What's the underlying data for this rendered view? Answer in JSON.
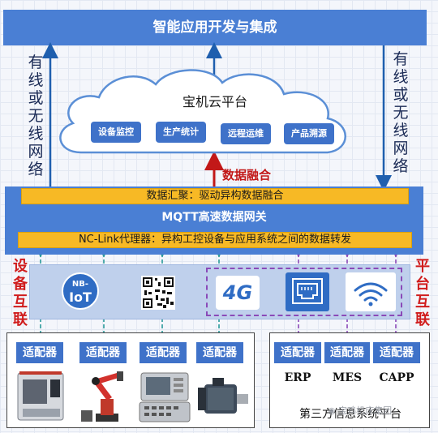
{
  "header": {
    "title": "智能应用开发与集成"
  },
  "left_network": "有线或无线网络",
  "right_network": "有线或无线网络",
  "cloud": {
    "title": "宝机云平台",
    "items": [
      "设备监控",
      "生产统计",
      "远程运维",
      "产品溯源"
    ]
  },
  "data_fusion": "数据融合",
  "bars": {
    "aggregation": "数据汇聚：驱动异构数据融合",
    "gateway": "MQTT高速数据网关",
    "nclink": "NC-Link代理器：异构工控设备与应用系统之间的数据转发"
  },
  "device_interconnect": "设备互联",
  "platform_interconnect": "平台互联",
  "connectivity": {
    "nbiot_top": "NB-",
    "nbiot_bottom": "IoT",
    "fourg": "4G"
  },
  "adapters": {
    "label": "适配器",
    "left": [
      "适配器",
      "适配器",
      "适配器",
      "适配器"
    ],
    "right": [
      "适配器",
      "适配器",
      "适配器"
    ]
  },
  "systems": [
    "ERP",
    "MES",
    "CAPP"
  ],
  "third_party": "第三方信息系统平台",
  "watermark": "宝鸡机床集团",
  "colors": {
    "blue": "#4a7fd4",
    "yellow": "#f7b925",
    "red": "#d01c1c",
    "teal": "#2a9a9a",
    "purple": "#8a4ab8"
  }
}
